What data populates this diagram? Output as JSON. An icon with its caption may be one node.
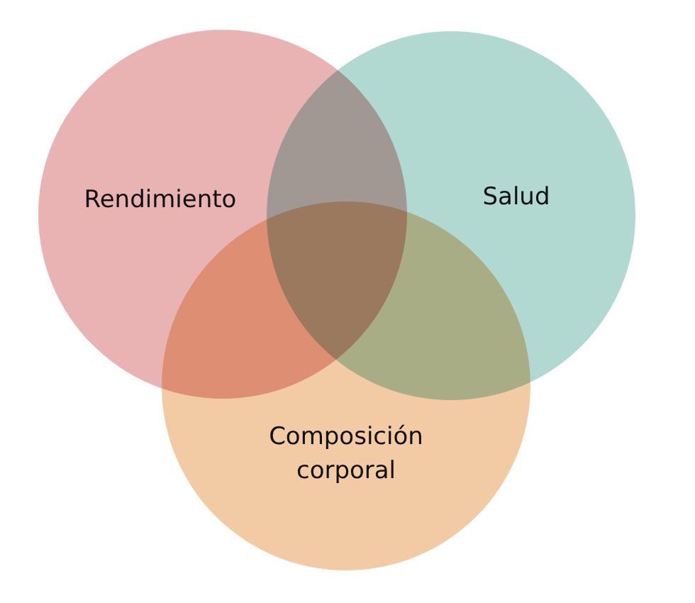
{
  "diagram": {
    "nodes": [
      {
        "text": [
          "Rendimiento"
        ]
      },
      {
        "text": [
          "Salud"
        ]
      },
      {
        "text": [
          "Composición corporal"
        ]
      }
    ]
  }
}
